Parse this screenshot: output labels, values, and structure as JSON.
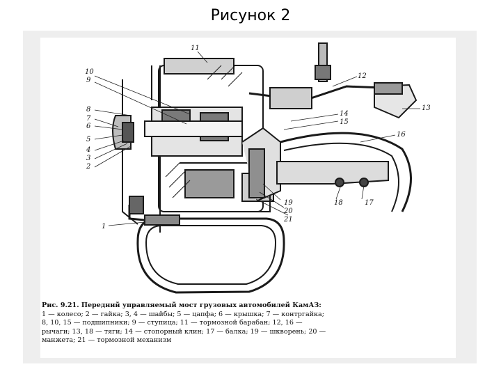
{
  "slide": {
    "title": "Рисунок 2"
  },
  "figure": {
    "callouts": {
      "c1": "1",
      "c2": "2",
      "c3": "3",
      "c4": "4",
      "c5": "5",
      "c6": "6",
      "c7": "7",
      "c8": "8",
      "c9": "9",
      "c10": "10",
      "c11": "11",
      "c12": "12",
      "c13": "13",
      "c14": "14",
      "c15": "15",
      "c16": "16",
      "c17": "17",
      "c18": "18",
      "c19": "19",
      "c20": "20",
      "c21": "21"
    },
    "caption": {
      "title": "Рис. 9.21. Передний управляемый мост грузовых автомобилей КамАЗ:",
      "line1": "1 — колесо; 2 — гайка; 3, 4 — шайбы; 5 — цапфа; 6 — крышка; 7 — контргайка;",
      "line2": "8, 10, 15 — подшипники; 9 — ступица; 11 — тормозной барабан; 12, 16 —",
      "line3": "рычаги; 13, 18 — тяги; 14 — стопорный клин; 17 — балка; 19 — шкворень; 20 —",
      "line4": "манжета; 21 — тормозной механизм"
    }
  }
}
